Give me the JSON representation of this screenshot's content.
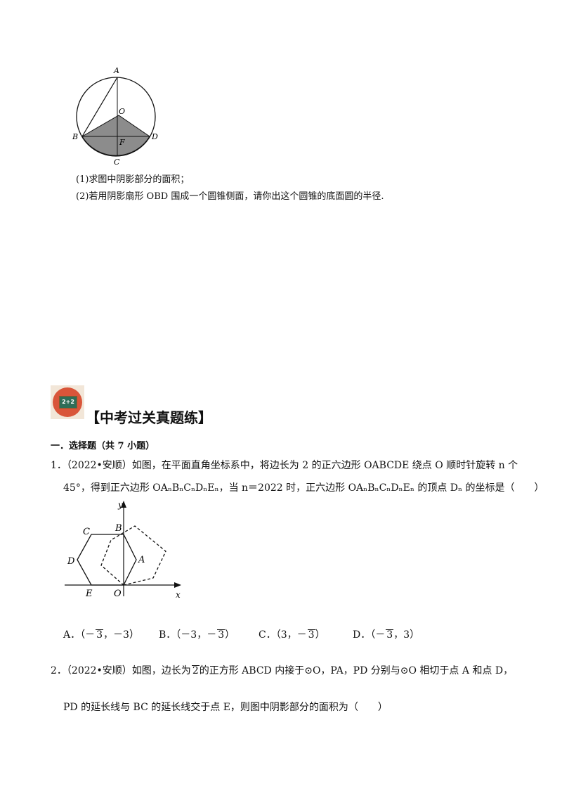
{
  "figure1": {
    "labels": {
      "A": "A",
      "O": "O",
      "B": "B",
      "D": "D",
      "F": "F",
      "C": "C"
    }
  },
  "prev_question": {
    "part1": "(1)求图中阴影部分的面积；",
    "part2": "(2)若用阴影扇形 OBD 围成一个圆锥侧面，请你出这个圆锥的底面圆的半径."
  },
  "section_banner": {
    "icon_text": "2+2",
    "title": "【中考过关真题练】"
  },
  "section_heading": "一．选择题（共 7 小题）",
  "q1": {
    "number": "1．",
    "source": "（2022•安顺）",
    "line1": "如图，在平面直角坐标系中，将边长为 2 的正六边形 OABCDE 绕点 O 顺时针旋转 n 个",
    "line2": "45°，得到正六边形 OAₙBₙCₙDₙEₙ，当 n＝2022 时，正六边形 OAₙBₙCₙDₙEₙ 的顶点 Dₙ 的坐标是（　　）",
    "figure_labels": {
      "y": "y",
      "x": "x",
      "C": "C",
      "B": "B",
      "D": "D",
      "A": "A",
      "E": "E",
      "O": "O"
    },
    "options": [
      {
        "label": "A．",
        "pre": "（－",
        "rad": "3",
        "post": "，－3）"
      },
      {
        "label": "B．",
        "pre": "（－3，－",
        "rad": "3",
        "post": "）"
      },
      {
        "label": "C．",
        "pre": "（3，－",
        "rad": "3",
        "post": "）"
      },
      {
        "label": "D．",
        "pre": "（－",
        "rad": "3",
        "post": "，3）"
      }
    ]
  },
  "q2": {
    "number": "2．",
    "source": "（2022•安顺）",
    "line1_a": "如图，边长为",
    "rad": "2",
    "line1_b": "的正方形 ABCD 内接于⊙O，PA，PD 分别与⊙O 相切于点 A 和点 D，",
    "line2": "PD 的延长线与 BC 的延长线交于点 E，则图中阴影部分的面积为（　　）"
  }
}
